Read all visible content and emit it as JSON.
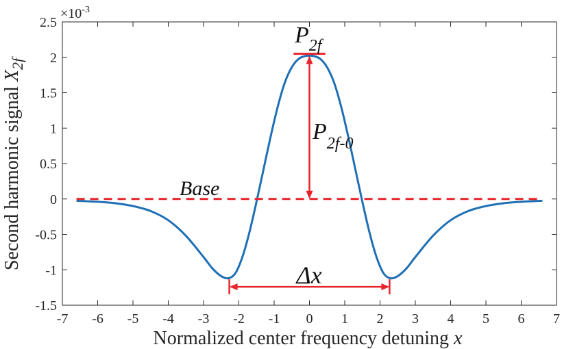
{
  "chart_data": {
    "type": "line",
    "xlabel": "Normalized center frequency detuning ",
    "xlabel_var": "x",
    "ylabel": "Second harmonic signal ",
    "ylabel_var": "X",
    "ylabel_sub": "2f",
    "exponent_base": "×10",
    "exponent_power": "-3",
    "xlim": [
      -7,
      7
    ],
    "ylim": [
      -1.5,
      2.5
    ],
    "xticks": [
      -7,
      -6,
      -5,
      -4,
      -3,
      -2,
      -1,
      0,
      1,
      2,
      3,
      4,
      5,
      6,
      7
    ],
    "yticks": [
      -1.5,
      -1,
      -0.5,
      0,
      0.5,
      1,
      1.5,
      2,
      2.5
    ],
    "ytick_labels": [
      "-1.5",
      "-1",
      "-0.5",
      "0",
      "0.5",
      "1",
      "1.5",
      "2",
      "2.5"
    ],
    "grid": false,
    "series": [
      {
        "color": "#1f6fb5",
        "x": [
          -6.6,
          -6.0,
          -5.5,
          -5.0,
          -4.5,
          -4.0,
          -3.5,
          -3.0,
          -2.75,
          -2.5,
          -2.3,
          -2.1,
          -1.9,
          -1.7,
          -1.5,
          -1.3,
          -1.1,
          -0.9,
          -0.7,
          -0.5,
          -0.3,
          -0.1,
          0.0,
          0.1,
          0.3,
          0.5,
          0.7,
          0.9,
          1.1,
          1.3,
          1.5,
          1.7,
          1.9,
          2.1,
          2.3,
          2.5,
          2.75,
          3.0,
          3.5,
          4.0,
          4.5,
          5.0,
          5.5,
          6.0,
          6.6
        ],
        "y": [
          -0.025,
          -0.04,
          -0.06,
          -0.1,
          -0.17,
          -0.3,
          -0.52,
          -0.82,
          -0.98,
          -1.09,
          -1.12,
          -1.05,
          -0.82,
          -0.47,
          -0.04,
          0.42,
          0.88,
          1.3,
          1.64,
          1.86,
          1.98,
          2.02,
          2.02,
          2.02,
          1.98,
          1.86,
          1.64,
          1.3,
          0.88,
          0.42,
          -0.04,
          -0.47,
          -0.82,
          -1.05,
          -1.12,
          -1.09,
          -0.98,
          -0.82,
          -0.52,
          -0.3,
          -0.17,
          -0.1,
          -0.06,
          -0.04,
          -0.025
        ]
      }
    ],
    "annotations": {
      "color": "#e8242b",
      "base": {
        "label": "Base",
        "y": 0,
        "x_start": -6.6,
        "x_end": 6.6
      },
      "peak": {
        "label": "P",
        "label_sub": "2f",
        "y": 2.05,
        "x_start": -0.45,
        "x_end": 0.45
      },
      "peak_height": {
        "label": "P",
        "label_sub": "2f-0",
        "x": 0,
        "y_start": 0,
        "y_end": 2.02
      },
      "valley_spacing": {
        "label": "Δx",
        "y": -1.24,
        "x_start": -2.27,
        "x_end": 2.27
      }
    }
  }
}
